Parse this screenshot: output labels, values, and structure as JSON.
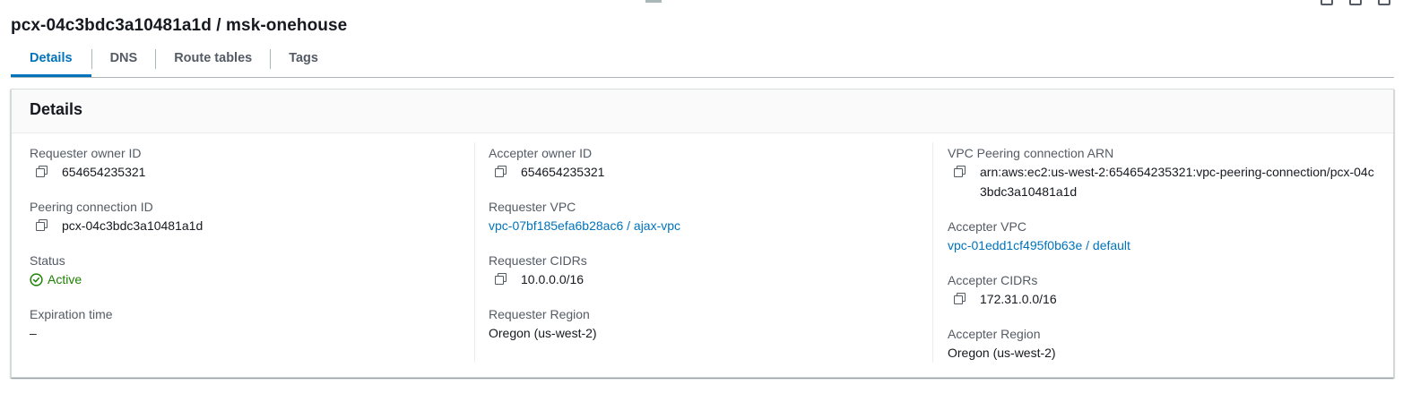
{
  "page": {
    "title": "pcx-04c3bdc3a10481a1d / msk-onehouse"
  },
  "tabs": [
    {
      "label": "Details",
      "active": true
    },
    {
      "label": "DNS",
      "active": false
    },
    {
      "label": "Route tables",
      "active": false
    },
    {
      "label": "Tags",
      "active": false
    }
  ],
  "details": {
    "header": "Details",
    "col1": {
      "requester_owner_id_label": "Requester owner ID",
      "requester_owner_id": "654654235321",
      "peering_connection_id_label": "Peering connection ID",
      "peering_connection_id": "pcx-04c3bdc3a10481a1d",
      "status_label": "Status",
      "status": "Active",
      "expiration_time_label": "Expiration time",
      "expiration_time": "–"
    },
    "col2": {
      "accepter_owner_id_label": "Accepter owner ID",
      "accepter_owner_id": "654654235321",
      "requester_vpc_label": "Requester VPC",
      "requester_vpc": "vpc-07bf185efa6b28ac6 / ajax-vpc",
      "requester_cidrs_label": "Requester CIDRs",
      "requester_cidrs": "10.0.0.0/16",
      "requester_region_label": "Requester Region",
      "requester_region": "Oregon (us-west-2)"
    },
    "col3": {
      "vpc_peering_arn_label": "VPC Peering connection ARN",
      "vpc_peering_arn": "arn:aws:ec2:us-west-2:654654235321:vpc-peering-connection/pcx-04c3bdc3a10481a1d",
      "accepter_vpc_label": "Accepter VPC",
      "accepter_vpc": "vpc-01edd1cf495f0b63e / default",
      "accepter_cidrs_label": "Accepter CIDRs",
      "accepter_cidrs": "172.31.0.0/16",
      "accepter_region_label": "Accepter Region",
      "accepter_region": "Oregon (us-west-2)"
    }
  },
  "colors": {
    "link": "#0073bb",
    "status_active": "#1d8102",
    "label": "#545b64"
  }
}
